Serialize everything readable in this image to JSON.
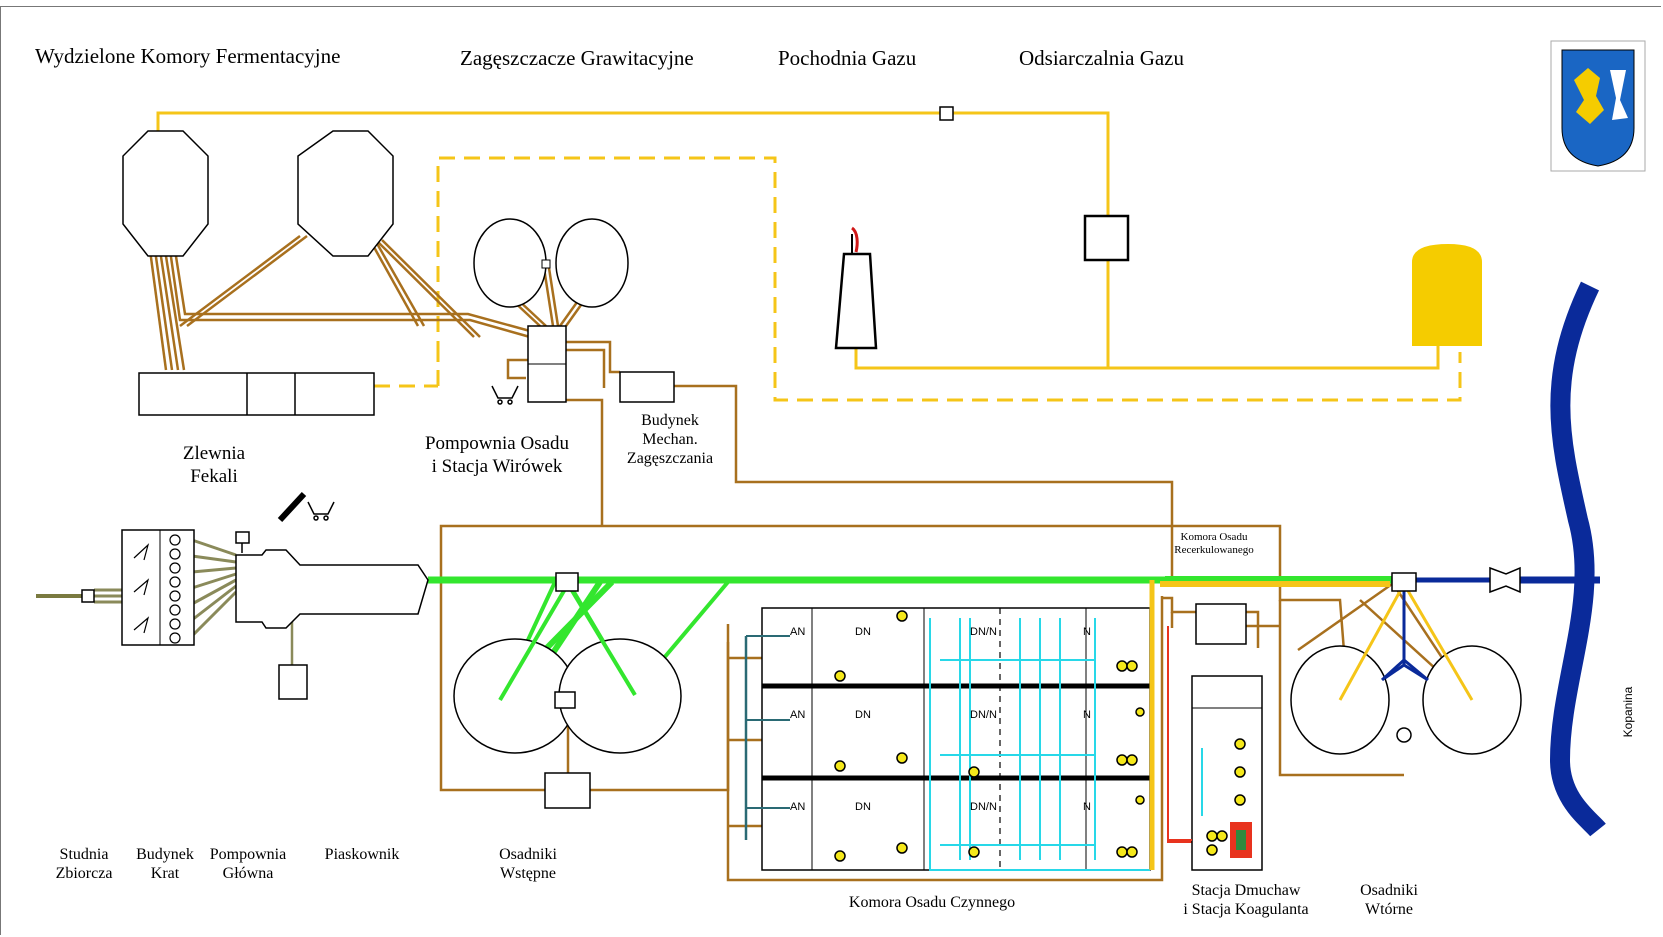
{
  "headings": {
    "fermentation": "Wydzielone Komory Fermentacyjne",
    "thickeners": "Zagęszczacze Grawitacyjne",
    "flare": "Pochodnia Gazu",
    "desulfurization": "Odsiarczalnia Gazu"
  },
  "labels": {
    "dump_station": "Zlewnia\nFekali",
    "sludge_pump": "Pompownia Osadu\ni Stacja Wirówek",
    "mech_thickening": "Budynek\nMechan.\nZagęszczania",
    "recirc_chamber": "Komora Osadu\nRecerkulowanego",
    "collection_well": "Studnia\nZbiorcza",
    "screen_building": "Budynek\nKrat",
    "main_pump": "Pompownia\nGłówna",
    "grit_chamber": "Piaskownik",
    "primary_settlers": "Osadniki\nWstępne",
    "activated_sludge": "Komora Osadu Czynnego",
    "blower_station": "Stacja Dmuchaw\ni Stacja Koagulanta",
    "secondary_settlers": "Osadniki\nWtórne",
    "river": "Kopanina"
  },
  "chamber_zones": [
    "AN",
    "DN",
    "DN/N",
    "N"
  ],
  "colors": {
    "gas": "#f5c518",
    "sludge": "#a8701e",
    "wastewater": "#33e62e",
    "river": "#0a2a9a",
    "air": "#28d8e8",
    "coagulant": "#e8331e"
  },
  "icons": [
    "coat-of-arms-icon",
    "flare-icon",
    "truck-icon",
    "conveyor-icon",
    "pump-icon",
    "valve-icon"
  ]
}
